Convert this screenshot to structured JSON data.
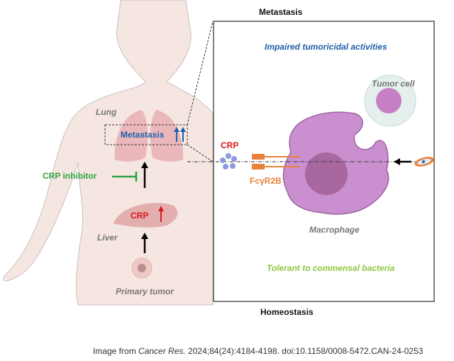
{
  "body": {
    "lung_label": "Lung",
    "metastasis_label": "Metastasis",
    "crp_inhibitor_label": "CRP inhibitor",
    "liver_crp_label": "CRP",
    "liver_label": "Liver",
    "primary_tumor_label": "Primary tumor"
  },
  "panel": {
    "top_label": "Metastasis",
    "bottom_label": "Homeostasis",
    "impaired_label": "Impaired tumoricidal activities",
    "tumor_cell_label": "Tumor cell",
    "crp_label": "CRP",
    "receptor_label": "FcγR2B",
    "macrophage_label": "Macrophage",
    "tolerant_label": "Tolerant to commensal bacteria"
  },
  "caption": {
    "prefix": "Image from ",
    "journal": "Cancer Res.",
    "rest": " 2024;84(24):4184-4198. doi:10.1158/0008-5472.CAN-24-0253"
  },
  "colors": {
    "blue": "#1f5fa8",
    "red": "#d7191c",
    "green": "#2ca444",
    "orange": "#e8823a",
    "lime": "#8cc63f",
    "macrophage": "#c98fcf"
  }
}
